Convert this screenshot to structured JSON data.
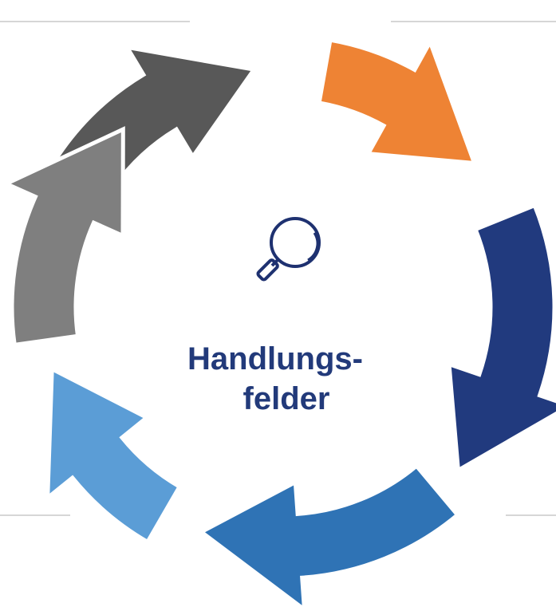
{
  "center": {
    "title_line_1": "Handlungs-",
    "title_line_2": "felder",
    "icon": "magnifier-icon"
  },
  "colors": {
    "title": "#223a7a",
    "icon_stroke": "#1e3170",
    "divider": "#c8c8c8",
    "arrow_top_dark_gray": "#585858",
    "arrow_top_right_orange": "#ee8334",
    "arrow_right_navy": "#213a7e",
    "arrow_bottom_blue": "#2f73b5",
    "arrow_bottom_left_light_blue": "#5b9dd6",
    "arrow_left_gray": "#7f7f7f"
  },
  "cycle": {
    "segment_count": 6,
    "direction": "clockwise"
  }
}
